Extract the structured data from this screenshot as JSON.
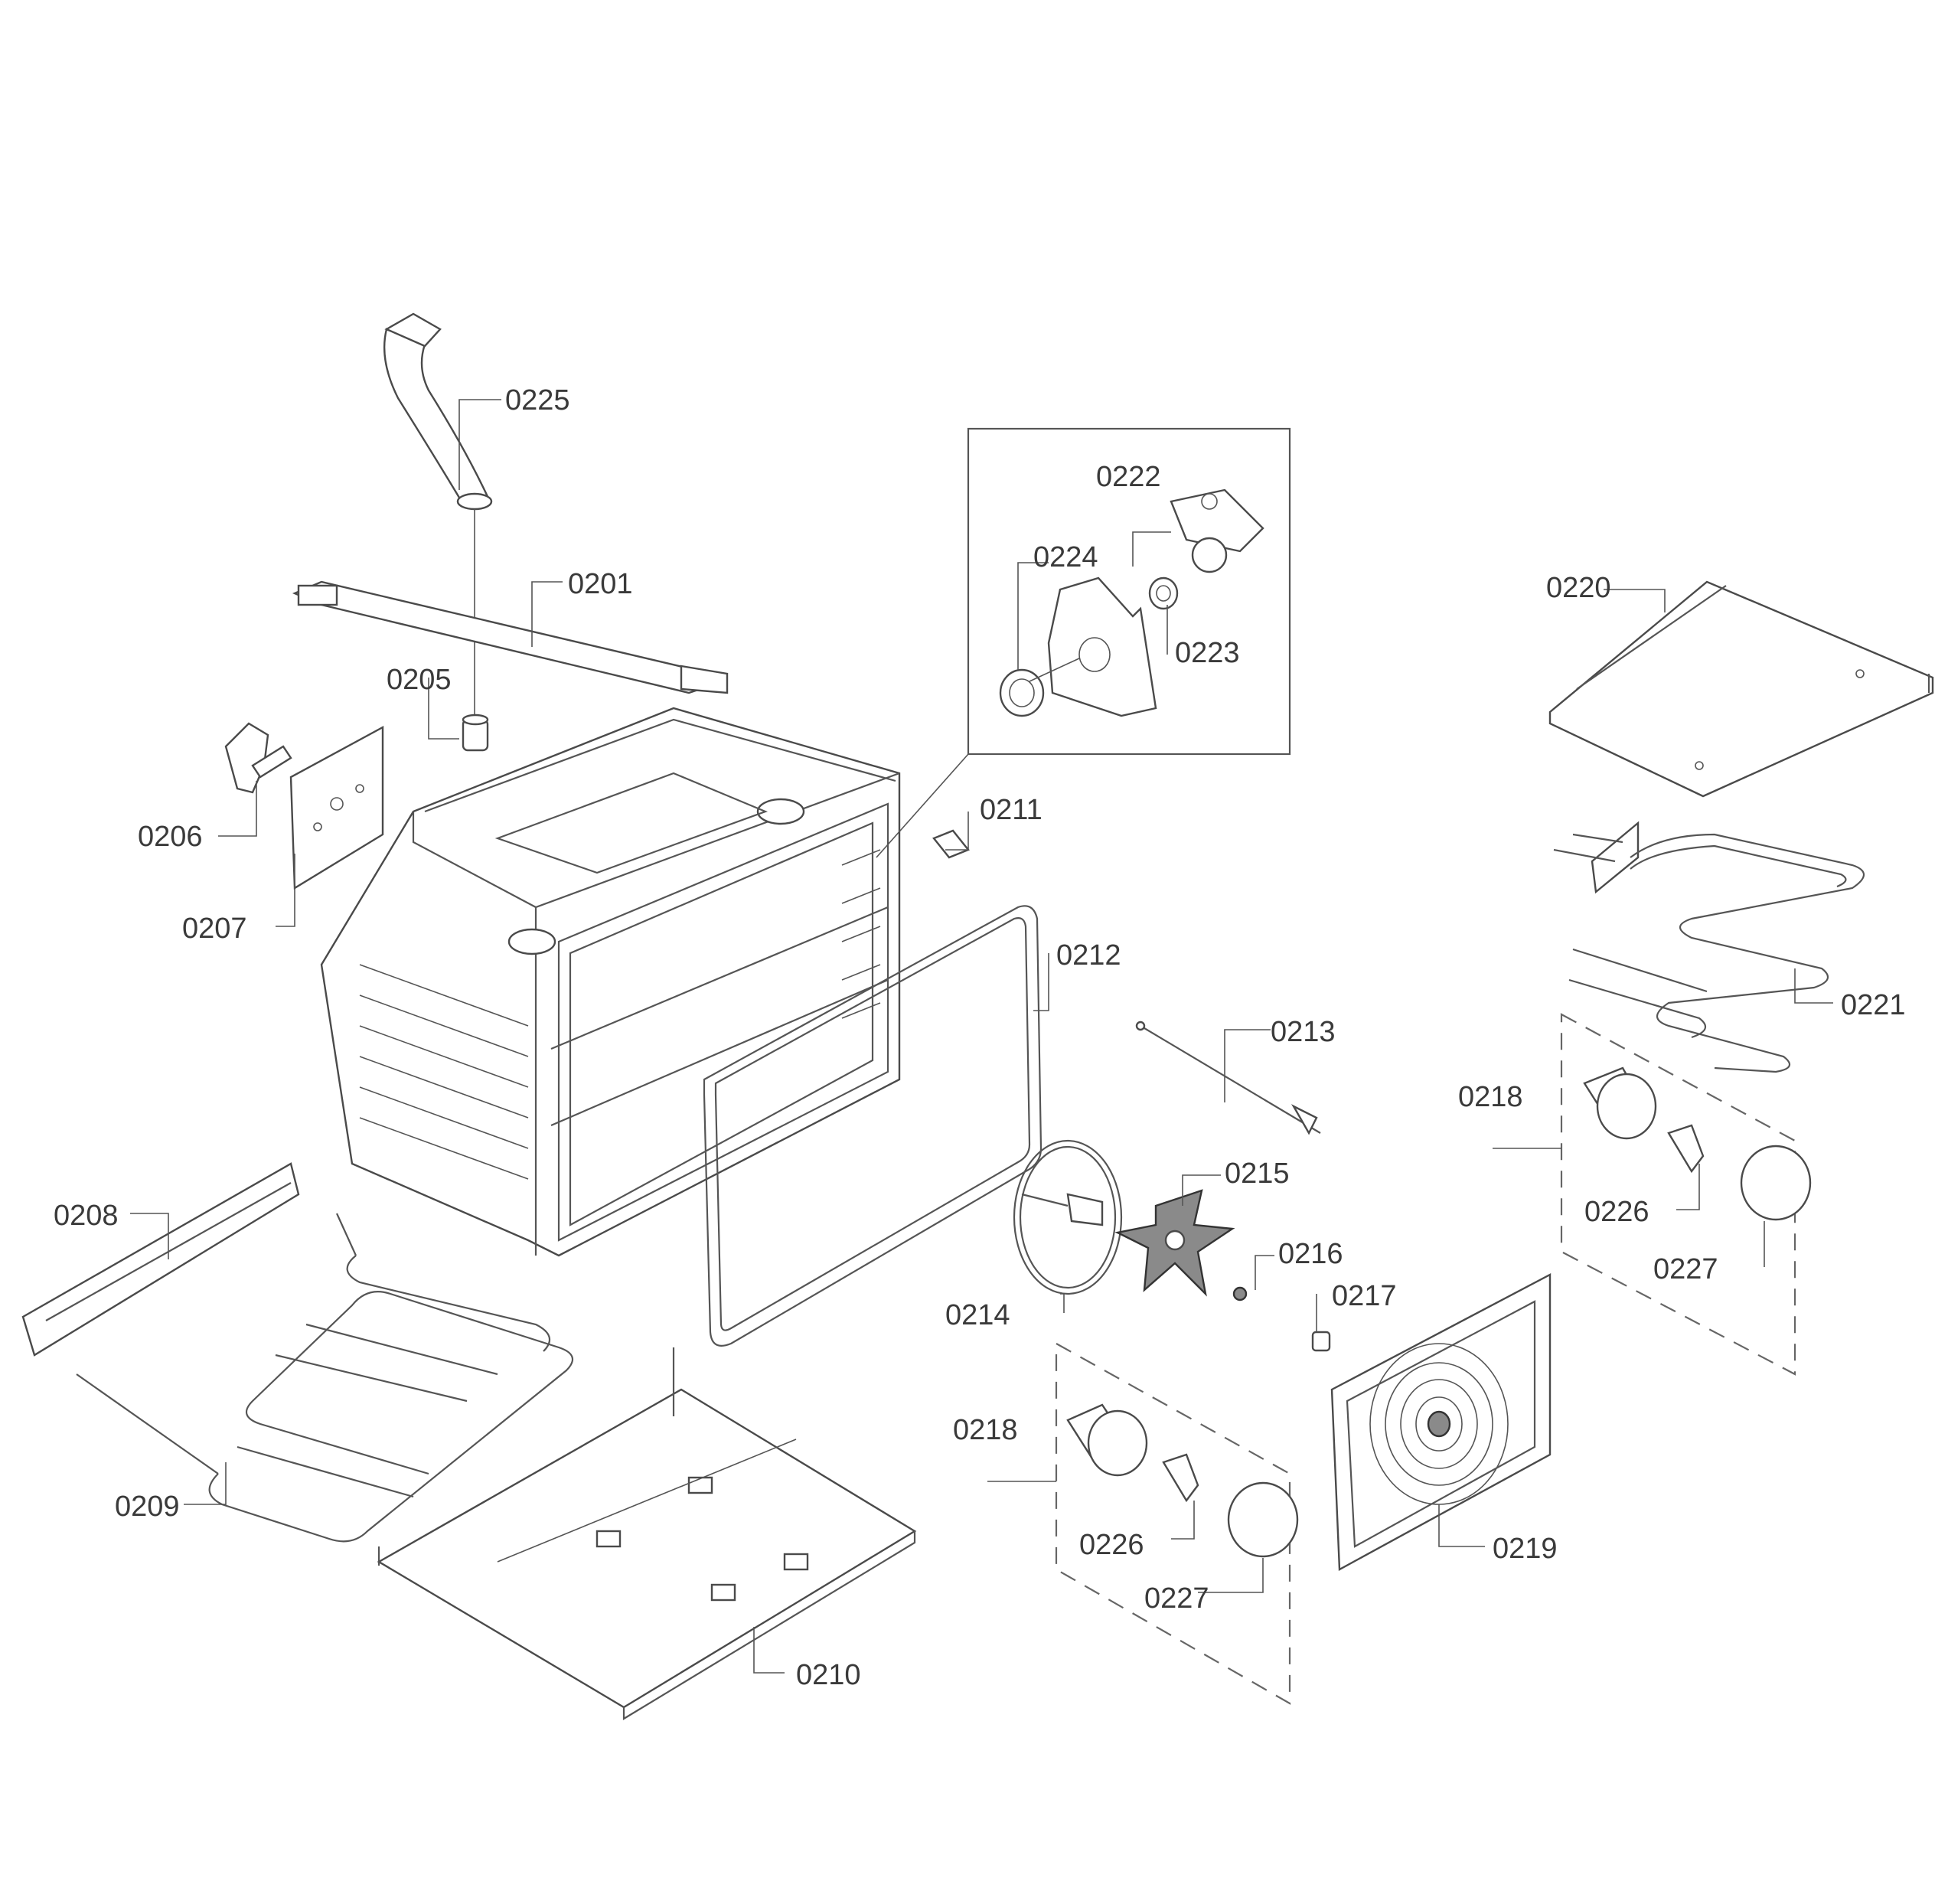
{
  "diagram": {
    "type": "exploded-parts-diagram",
    "colors": {
      "line": "#555555",
      "text": "#3a3a3a",
      "background": "#ffffff"
    },
    "labels": {
      "p0201": "0201",
      "p0205": "0205",
      "p0206": "0206",
      "p0207": "0207",
      "p0208": "0208",
      "p0209": "0209",
      "p0210": "0210",
      "p0211": "0211",
      "p0212": "0212",
      "p0213": "0213",
      "p0214": "0214",
      "p0215": "0215",
      "p0216": "0216",
      "p0217": "0217",
      "p0218a": "0218",
      "p0218b": "0218",
      "p0219": "0219",
      "p0220": "0220",
      "p0221": "0221",
      "p0222": "0222",
      "p0223": "0223",
      "p0224": "0224",
      "p0225": "0225",
      "p0226a": "0226",
      "p0226b": "0226",
      "p0227a": "0227",
      "p0227b": "0227"
    }
  }
}
